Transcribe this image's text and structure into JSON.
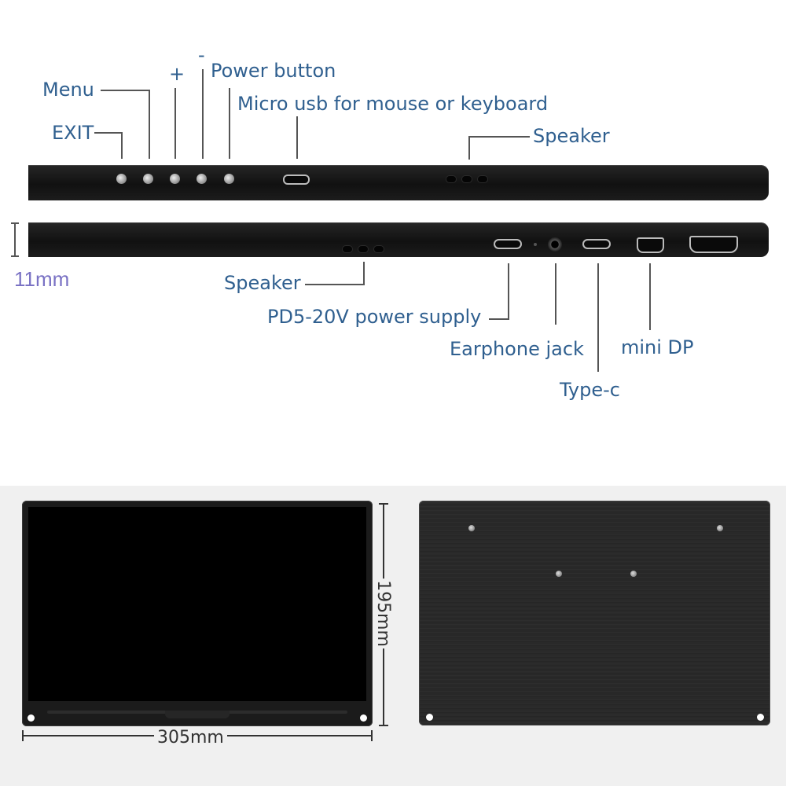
{
  "labels": {
    "menu": "Menu",
    "exit": "EXIT",
    "plus": "+",
    "minus": "-",
    "power": "Power button",
    "micro_usb": "Micro usb for mouse or keyboard",
    "speaker_top": "Speaker",
    "speaker_bottom": "Speaker",
    "pd_power": "PD5-20V power supply",
    "earphone": "Earphone jack",
    "mini_dp": "mini DP",
    "type_c": "Type-c"
  },
  "dimensions": {
    "thickness": "11mm",
    "height": "195mm",
    "width": "305mm"
  },
  "colors": {
    "label": "#2f5f8f",
    "device": "#1a1a1a",
    "thickness_label": "#7a72c4"
  }
}
